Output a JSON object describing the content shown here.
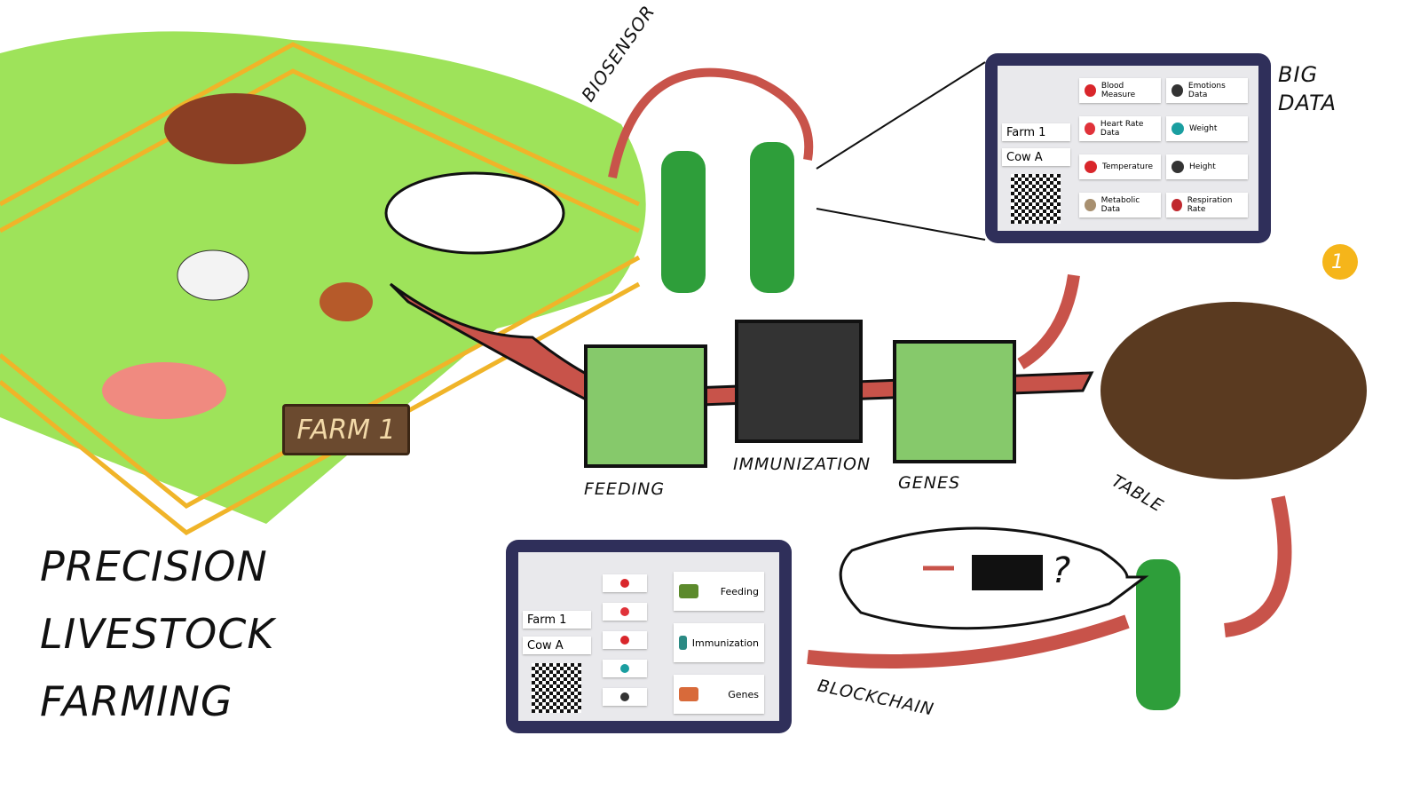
{
  "title": [
    "PRECISION",
    "LIVESTOCK",
    "FARMING"
  ],
  "farm_sign": "FARM 1",
  "labels": {
    "biosensor": "BIOSENSOR",
    "big_data": [
      "BIG",
      "DATA"
    ],
    "feeding": "FEEDING",
    "immunization": "IMMUNIZATION",
    "genes": "GENES",
    "table": "TABLE",
    "blockchain": "BLOCKCHAIN"
  },
  "big_data_tablet": {
    "farm": "Farm 1",
    "cow": "Cow A",
    "cards": [
      {
        "label": "Blood Measure",
        "icon": "blood-drop-icon",
        "color": "#d9262b"
      },
      {
        "label": "Emotions Data",
        "icon": "smiley-icon",
        "color": "#333333"
      },
      {
        "label": "Heart Rate Data",
        "icon": "heart-icon",
        "color": "#e0323a"
      },
      {
        "label": "Weight",
        "icon": "scale-icon",
        "color": "#1a9ea0"
      },
      {
        "label": "Temperature",
        "icon": "thermometer-icon",
        "color": "#d9262b"
      },
      {
        "label": "Height",
        "icon": "ruler-icon",
        "color": "#333333"
      },
      {
        "label": "Metabolic Data",
        "icon": "cycle-icon",
        "color": "#a89070"
      },
      {
        "label": "Respiration Rate",
        "icon": "lungs-icon",
        "color": "#c0282e"
      }
    ]
  },
  "blockchain_tablet": {
    "farm": "Farm 1",
    "cow": "Cow A",
    "cards": [
      {
        "label": "Feeding",
        "icon": "grass-icon",
        "color": "#5c8a2c"
      },
      {
        "label": "Immunization",
        "icon": "syringe-icon",
        "color": "#2b8a84"
      },
      {
        "label": "Genes",
        "icon": "dna-icon",
        "color": "#d86a3a"
      }
    ],
    "mini_icons": [
      {
        "icon": "blood-drop-icon",
        "color": "#d9262b"
      },
      {
        "icon": "heart-icon",
        "color": "#e0323a"
      },
      {
        "icon": "thermometer-icon",
        "color": "#d9262b"
      },
      {
        "icon": "scale-icon",
        "color": "#1a9ea0"
      },
      {
        "icon": "ruler-icon",
        "color": "#333333"
      }
    ]
  },
  "question": "?",
  "medal": "1"
}
